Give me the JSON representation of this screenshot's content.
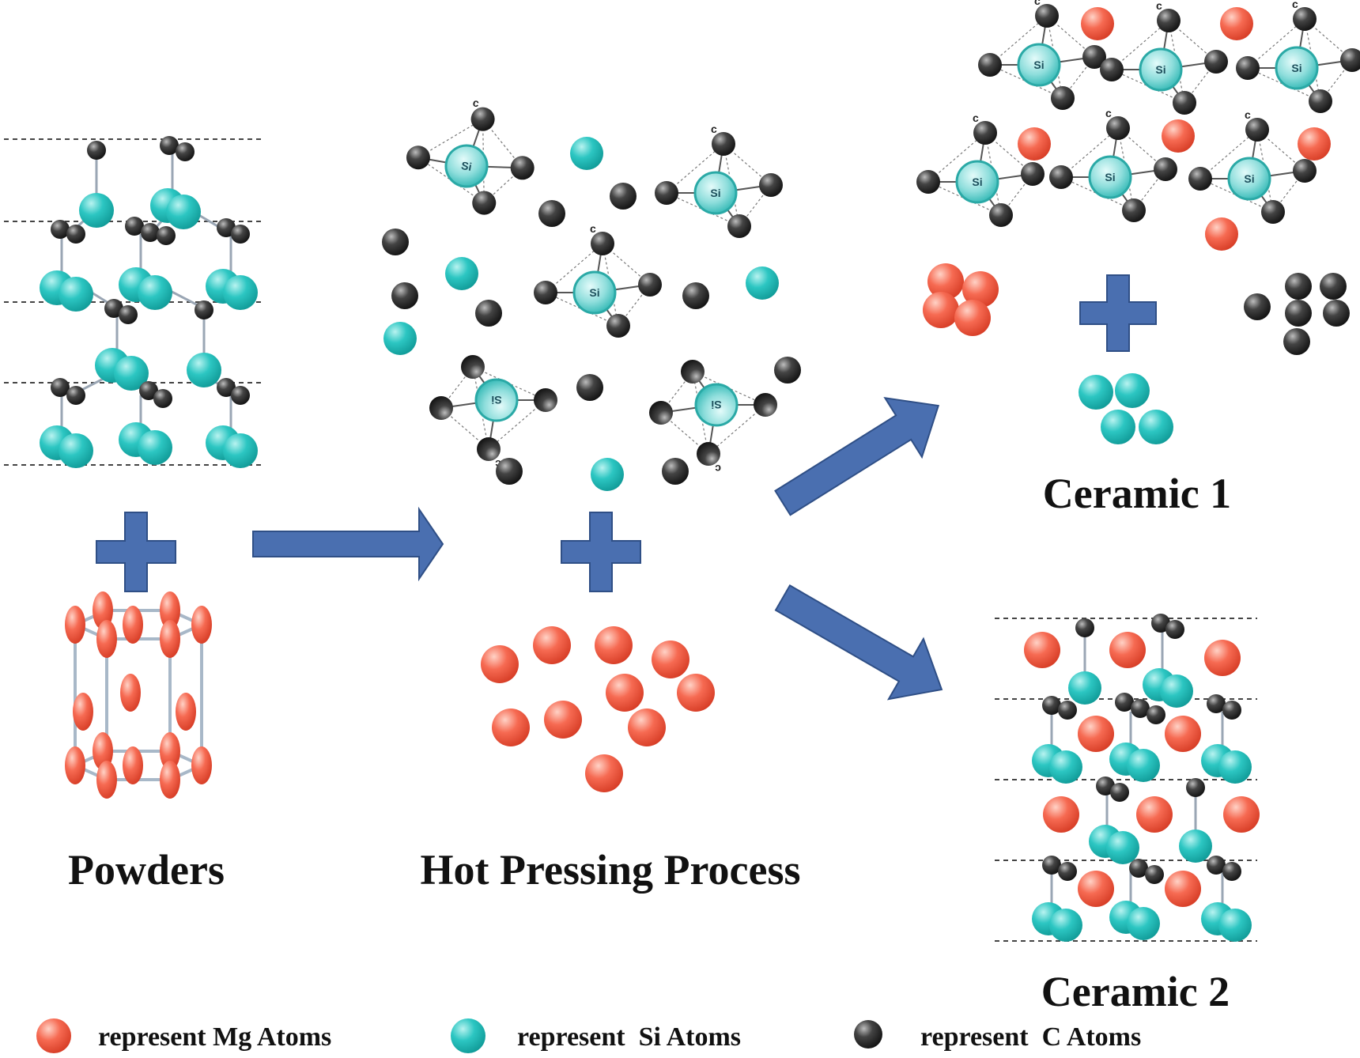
{
  "labels": {
    "powders": "Powders",
    "hot_pressing": "Hot Pressing Process",
    "ceramic1": "Ceramic 1",
    "ceramic2": "Ceramic 2",
    "si_symbol": "Si",
    "c_symbol": "c"
  },
  "legend": [
    {
      "atom": "mg",
      "text": "represent Mg Atoms"
    },
    {
      "atom": "si",
      "text": "represent  Si Atoms"
    },
    {
      "atom": "c",
      "text": "represent  C Atoms"
    }
  ],
  "colors": {
    "mg": "#f3614c",
    "si": "#2bc3c0",
    "c": "#3a3a3a",
    "arrow": "#4a6fb0",
    "arrow_edge": "#2f4f86",
    "dash": "#444444",
    "bond": "#8a9bb0"
  }
}
